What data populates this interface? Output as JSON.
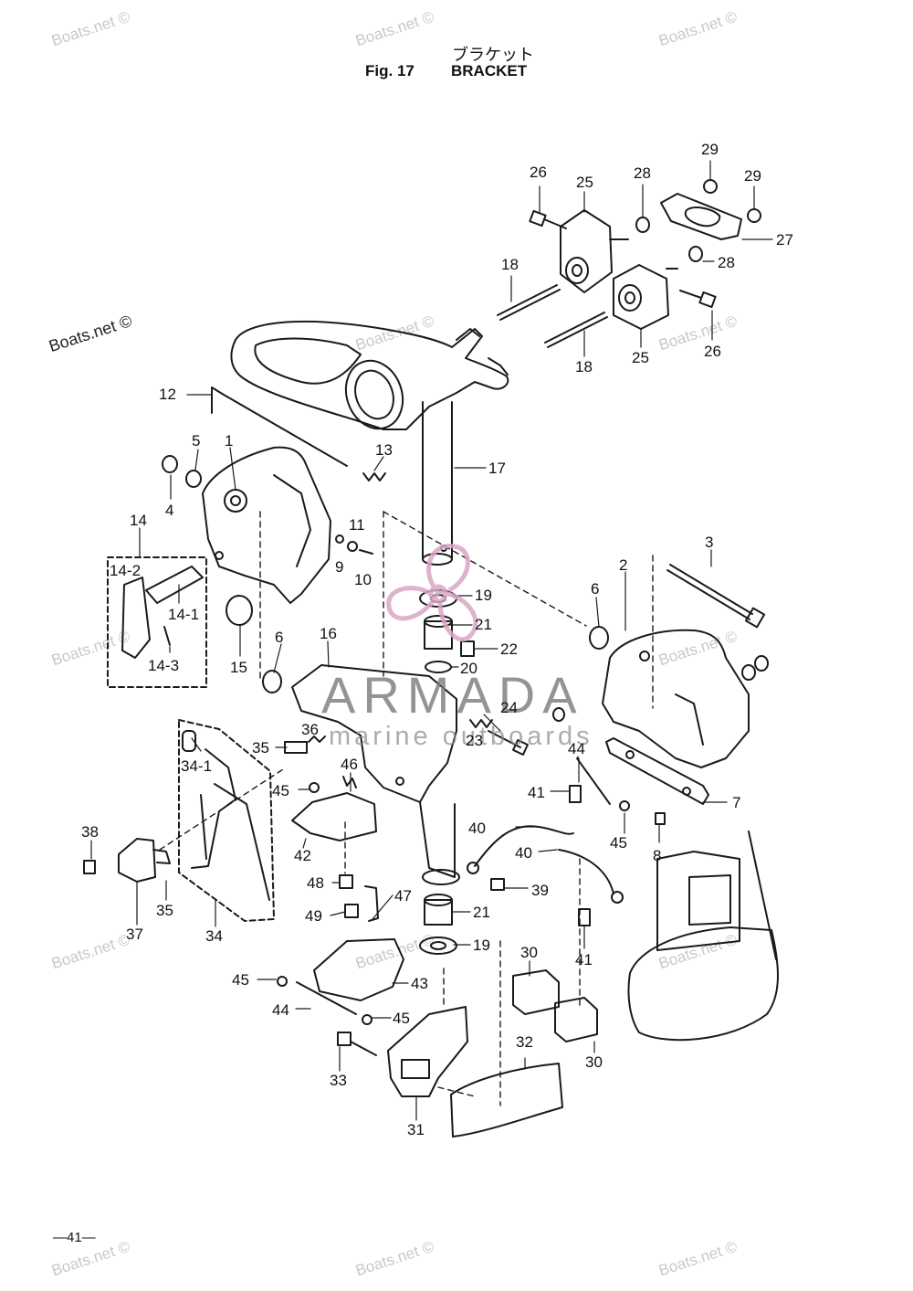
{
  "header": {
    "title_jp": "ブラケット",
    "fig_label": "Fig. 17",
    "title_en": "BRACKET"
  },
  "watermark": {
    "text": "Boats.net ©",
    "brand": "ARMADA",
    "brand_sub": "marine outboards",
    "logo": "propeller-logo-icon",
    "logo_color": "#d9a6c6"
  },
  "footer": {
    "page_number": "—41—"
  },
  "callouts": [
    "1",
    "2",
    "3",
    "4",
    "5",
    "6",
    "6",
    "7",
    "8",
    "9",
    "10",
    "11",
    "12",
    "13",
    "14",
    "14-1",
    "14-2",
    "14-3",
    "15",
    "16",
    "17",
    "18",
    "18",
    "19",
    "19",
    "20",
    "21",
    "21",
    "22",
    "23",
    "24",
    "25",
    "25",
    "26",
    "26",
    "27",
    "28",
    "28",
    "29",
    "29",
    "30",
    "30",
    "31",
    "32",
    "33",
    "34",
    "34-1",
    "35",
    "35",
    "36",
    "37",
    "38",
    "39",
    "40",
    "40",
    "41",
    "41",
    "42",
    "43",
    "44",
    "44",
    "45",
    "45",
    "45",
    "45",
    "46",
    "47",
    "48",
    "49"
  ]
}
